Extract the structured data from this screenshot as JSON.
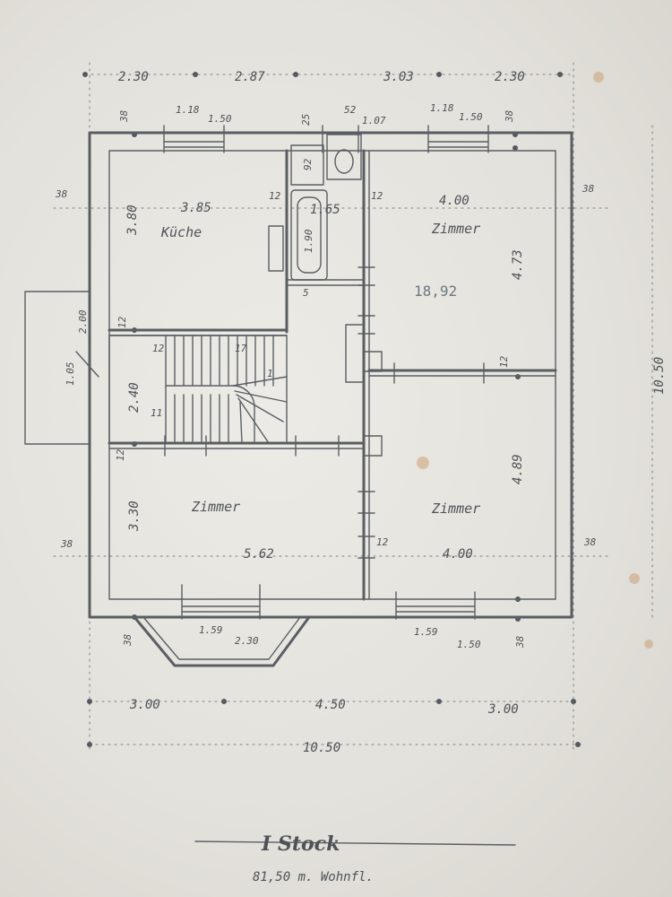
{
  "plan": {
    "top_dims": [
      "2.30",
      "2.87",
      "3.03",
      "2.30"
    ],
    "bottom_dims": [
      "3.00",
      "4.50",
      "3.00"
    ],
    "total_width": "10.50",
    "total_height": "10.50",
    "wall_38": "38",
    "wall_12": "12",
    "window_top_left": [
      "1.18",
      "1.50"
    ],
    "window_top_right": [
      "1.18",
      "1.50"
    ],
    "bath_marks": [
      "25",
      "52",
      "1.07",
      "92",
      "1.90",
      "5",
      "1.65"
    ],
    "kitchen_label": "Küche",
    "kitchen_width": "3.85",
    "kitchen_height": "3.80",
    "stair_height": "2.40",
    "stair_marks": [
      "17",
      "1",
      "11"
    ],
    "balcony_dims": [
      "1.05",
      "2.00"
    ],
    "room_tr_label": "Zimmer",
    "room_tr_width": "4.00",
    "room_tr_height": "4.73",
    "room_tr_area": "18,92",
    "room_bl_label": "Zimmer",
    "room_bl_width": "5.62",
    "room_bl_height": "3.30",
    "room_br_label": "Zimmer",
    "room_br_width": "4.00",
    "room_br_height": "4.89",
    "window_bottom_left": [
      "1.59",
      "2.30"
    ],
    "window_bottom_right": [
      "1.59",
      "1.50"
    ]
  },
  "caption": {
    "title": "I Stock",
    "subtitle": "81,50 m. Wohnfl."
  }
}
